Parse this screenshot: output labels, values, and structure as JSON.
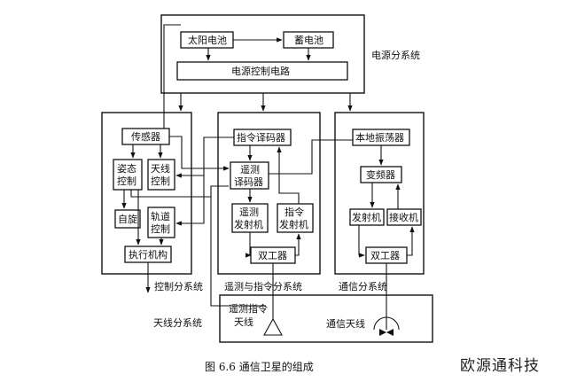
{
  "power": {
    "title": "电源分系统",
    "solar": "太阳电池",
    "battery": "蓄电池",
    "control": "电源控制电路"
  },
  "control_sub": {
    "title": "控制分系统",
    "sensor": "传感器",
    "attitude": [
      "姿态",
      "控制"
    ],
    "antenna_ctrl": [
      "天线",
      "控制"
    ],
    "spin": "自旋",
    "orbit": [
      "轨道",
      "控制"
    ],
    "actuator": "执行机构"
  },
  "tt_sub": {
    "title": "遥测与指令分系统",
    "cmd_decoder": "指令译码器",
    "tm_encoder": [
      "遥测",
      "译码器"
    ],
    "tm_tx": [
      "遥测",
      "发射机"
    ],
    "cmd_rx": [
      "指令",
      "发射机"
    ],
    "duplexer": "双工器"
  },
  "comm_sub": {
    "title": "通信分系统",
    "local_osc": "本地振荡器",
    "converter": "变频器",
    "tx": "发射机",
    "rx": "接收机",
    "duplexer": "双工器"
  },
  "antenna_sub": {
    "title": "天线分系统",
    "tt_antenna": [
      "遥测指令",
      "天线"
    ],
    "comm_antenna": "通信天线"
  },
  "caption": "图 6.6    通信卫星的组成",
  "watermark": "欧源通科技"
}
